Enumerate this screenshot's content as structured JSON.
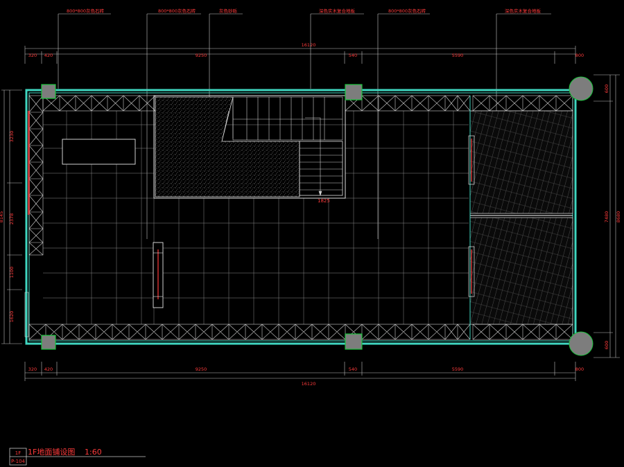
{
  "annotations": {
    "top_left_tile": "800*800灰色石砖",
    "top_mid_tile": "800*800灰色石砖",
    "top_mid_label2": "灰色砂砾",
    "top_wood_1": "深色实木复合地板",
    "top_right_tile": "800*800灰色石砖",
    "top_wood_2": "深色实木复合地板",
    "stair_level": "1825"
  },
  "dimensions": {
    "top_total": "16120",
    "top_segments": [
      "320",
      "420",
      "9250",
      "540",
      "5590",
      "800"
    ],
    "bottom_total": "16120",
    "bottom_segments": [
      "320",
      "420",
      "9250",
      "540",
      "5590",
      "800"
    ],
    "left_total": "8145",
    "left_segments": [
      "3230",
      "2378",
      "1100",
      "1620"
    ],
    "right_total": "8680",
    "right_segments": [
      "600",
      "7480",
      "600"
    ]
  },
  "title_block": {
    "drawing_title": "1F地面铺设图",
    "scale": "1:60",
    "sheet_top": "1F",
    "sheet_bottom": "P-104"
  },
  "colors": {
    "wall": "#3fd6c0",
    "column": "#7d7d7d",
    "column_outline": "#19c43b",
    "line": "#d8d8d8",
    "dim": "#ff3b3b",
    "tile": "#b8b8b8"
  }
}
